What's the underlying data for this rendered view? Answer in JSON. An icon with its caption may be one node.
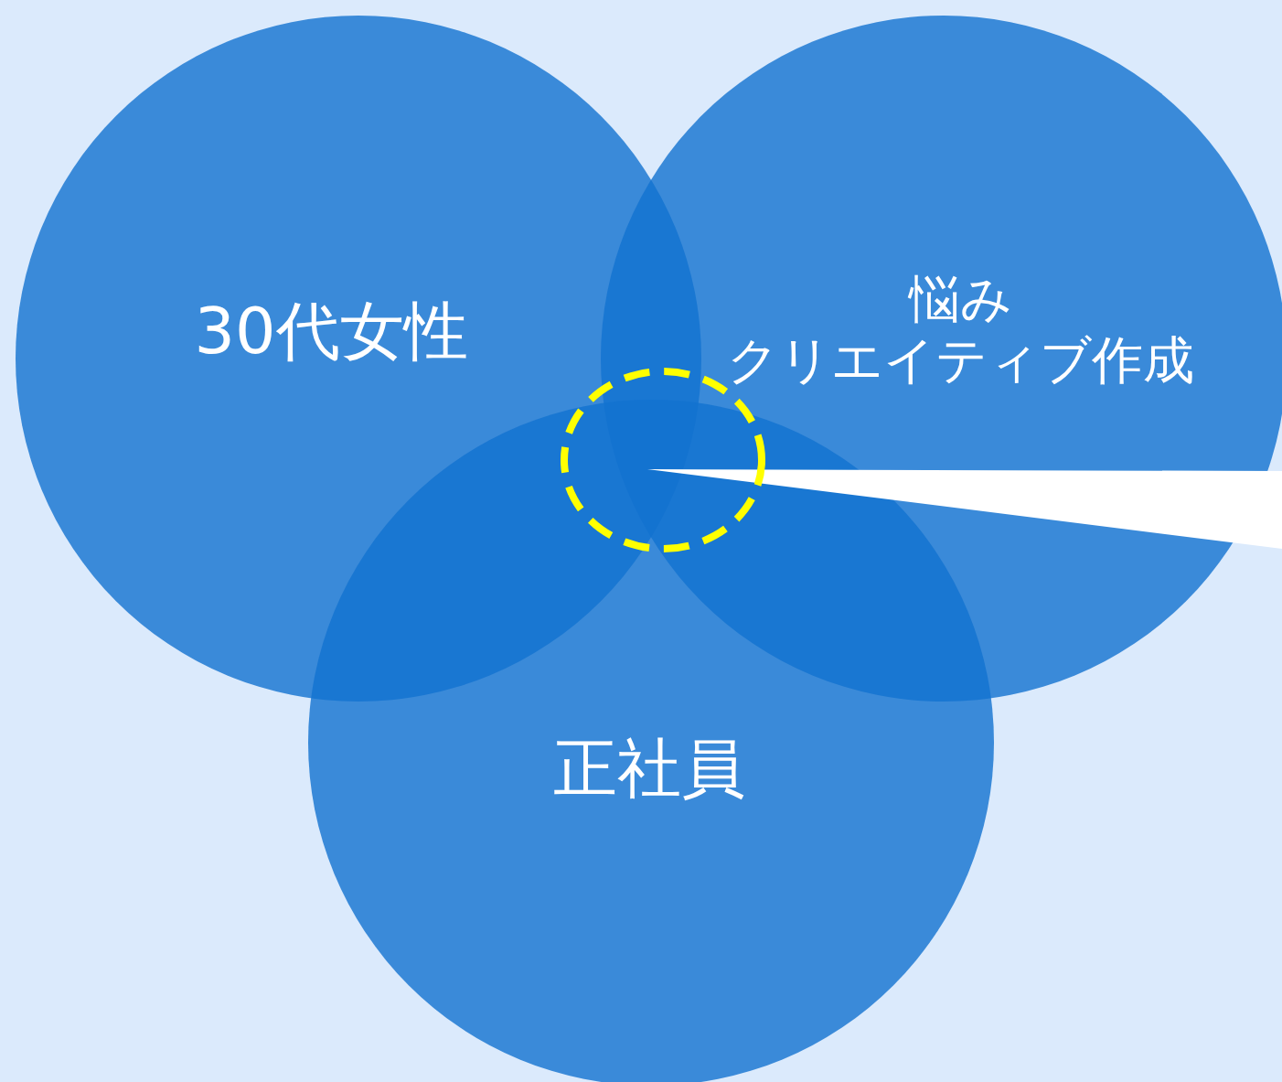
{
  "diagram": {
    "nodes": [
      {
        "text": [
          "30代女性"
        ]
      },
      {
        "text": [
          "悩み",
          "クリエイティブ作成"
        ]
      },
      {
        "text": [
          "正社員"
        ]
      },
      {
        "text": [],
        "shape": "circle"
      }
    ],
    "edges": [
      {
        "from": null,
        "to": 3,
        "arrow": "to"
      }
    ]
  }
}
